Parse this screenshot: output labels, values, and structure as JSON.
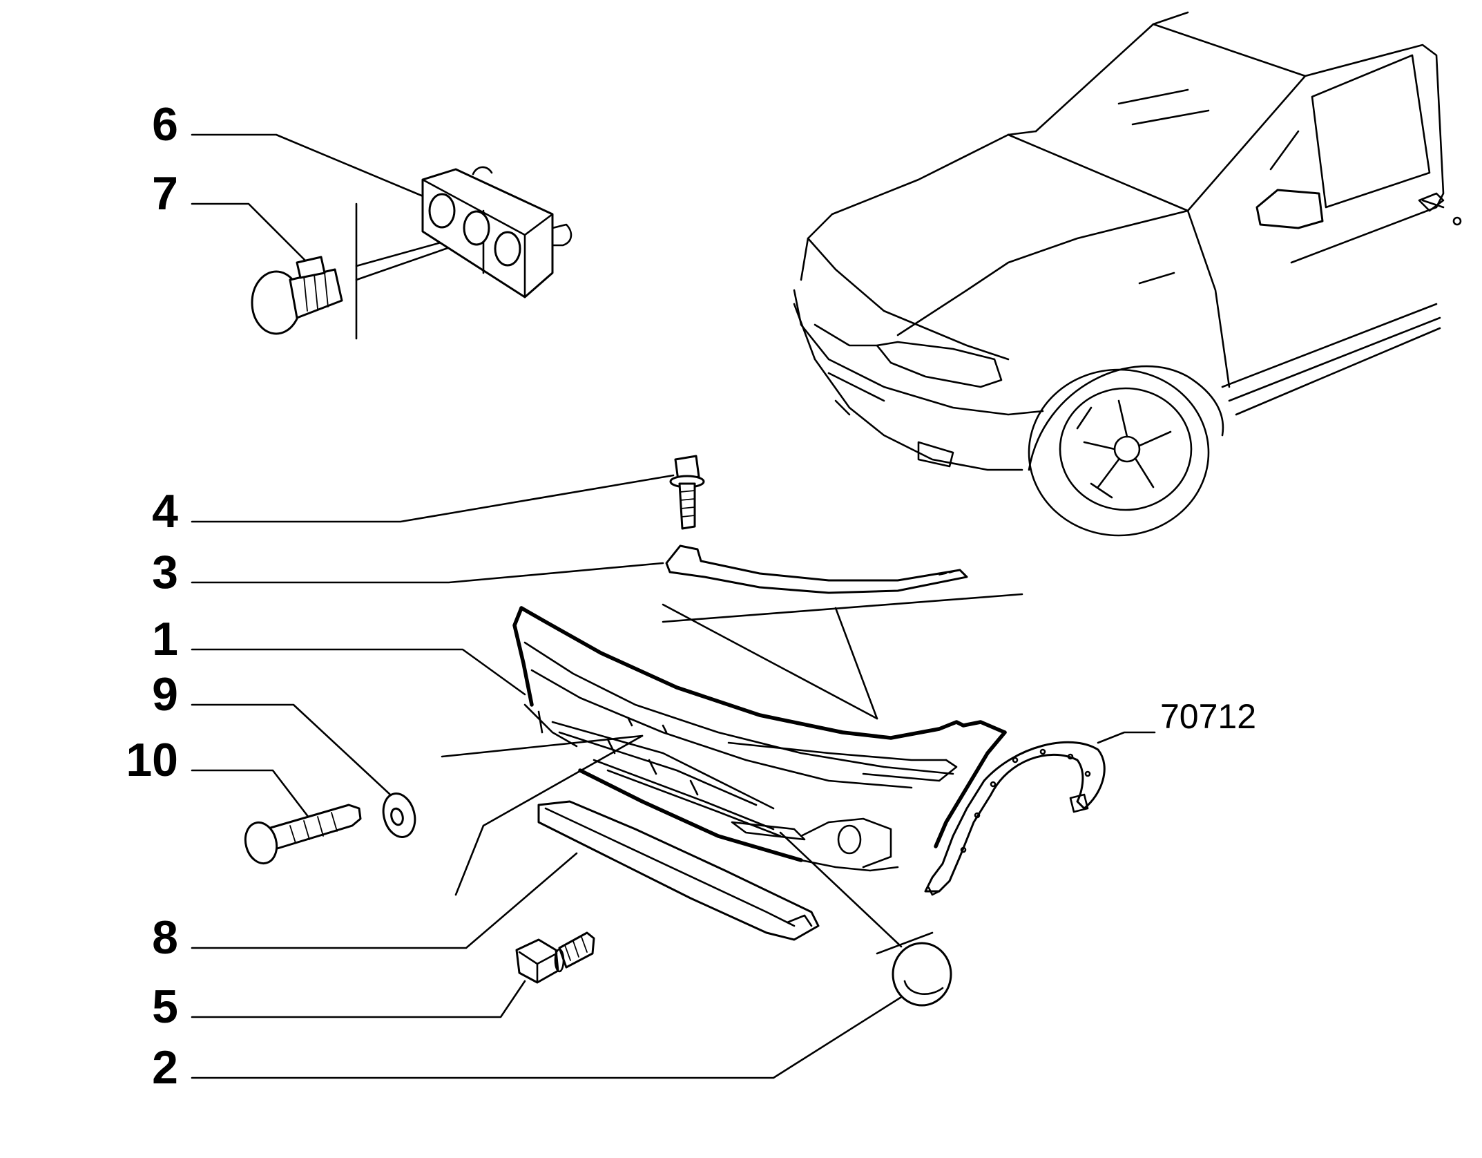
{
  "callouts": {
    "c1": "1",
    "c2": "2",
    "c3": "3",
    "c4": "4",
    "c5": "5",
    "c6": "6",
    "c7": "7",
    "c8": "8",
    "c9": "9",
    "c10": "10"
  },
  "drawing_code": "70712"
}
